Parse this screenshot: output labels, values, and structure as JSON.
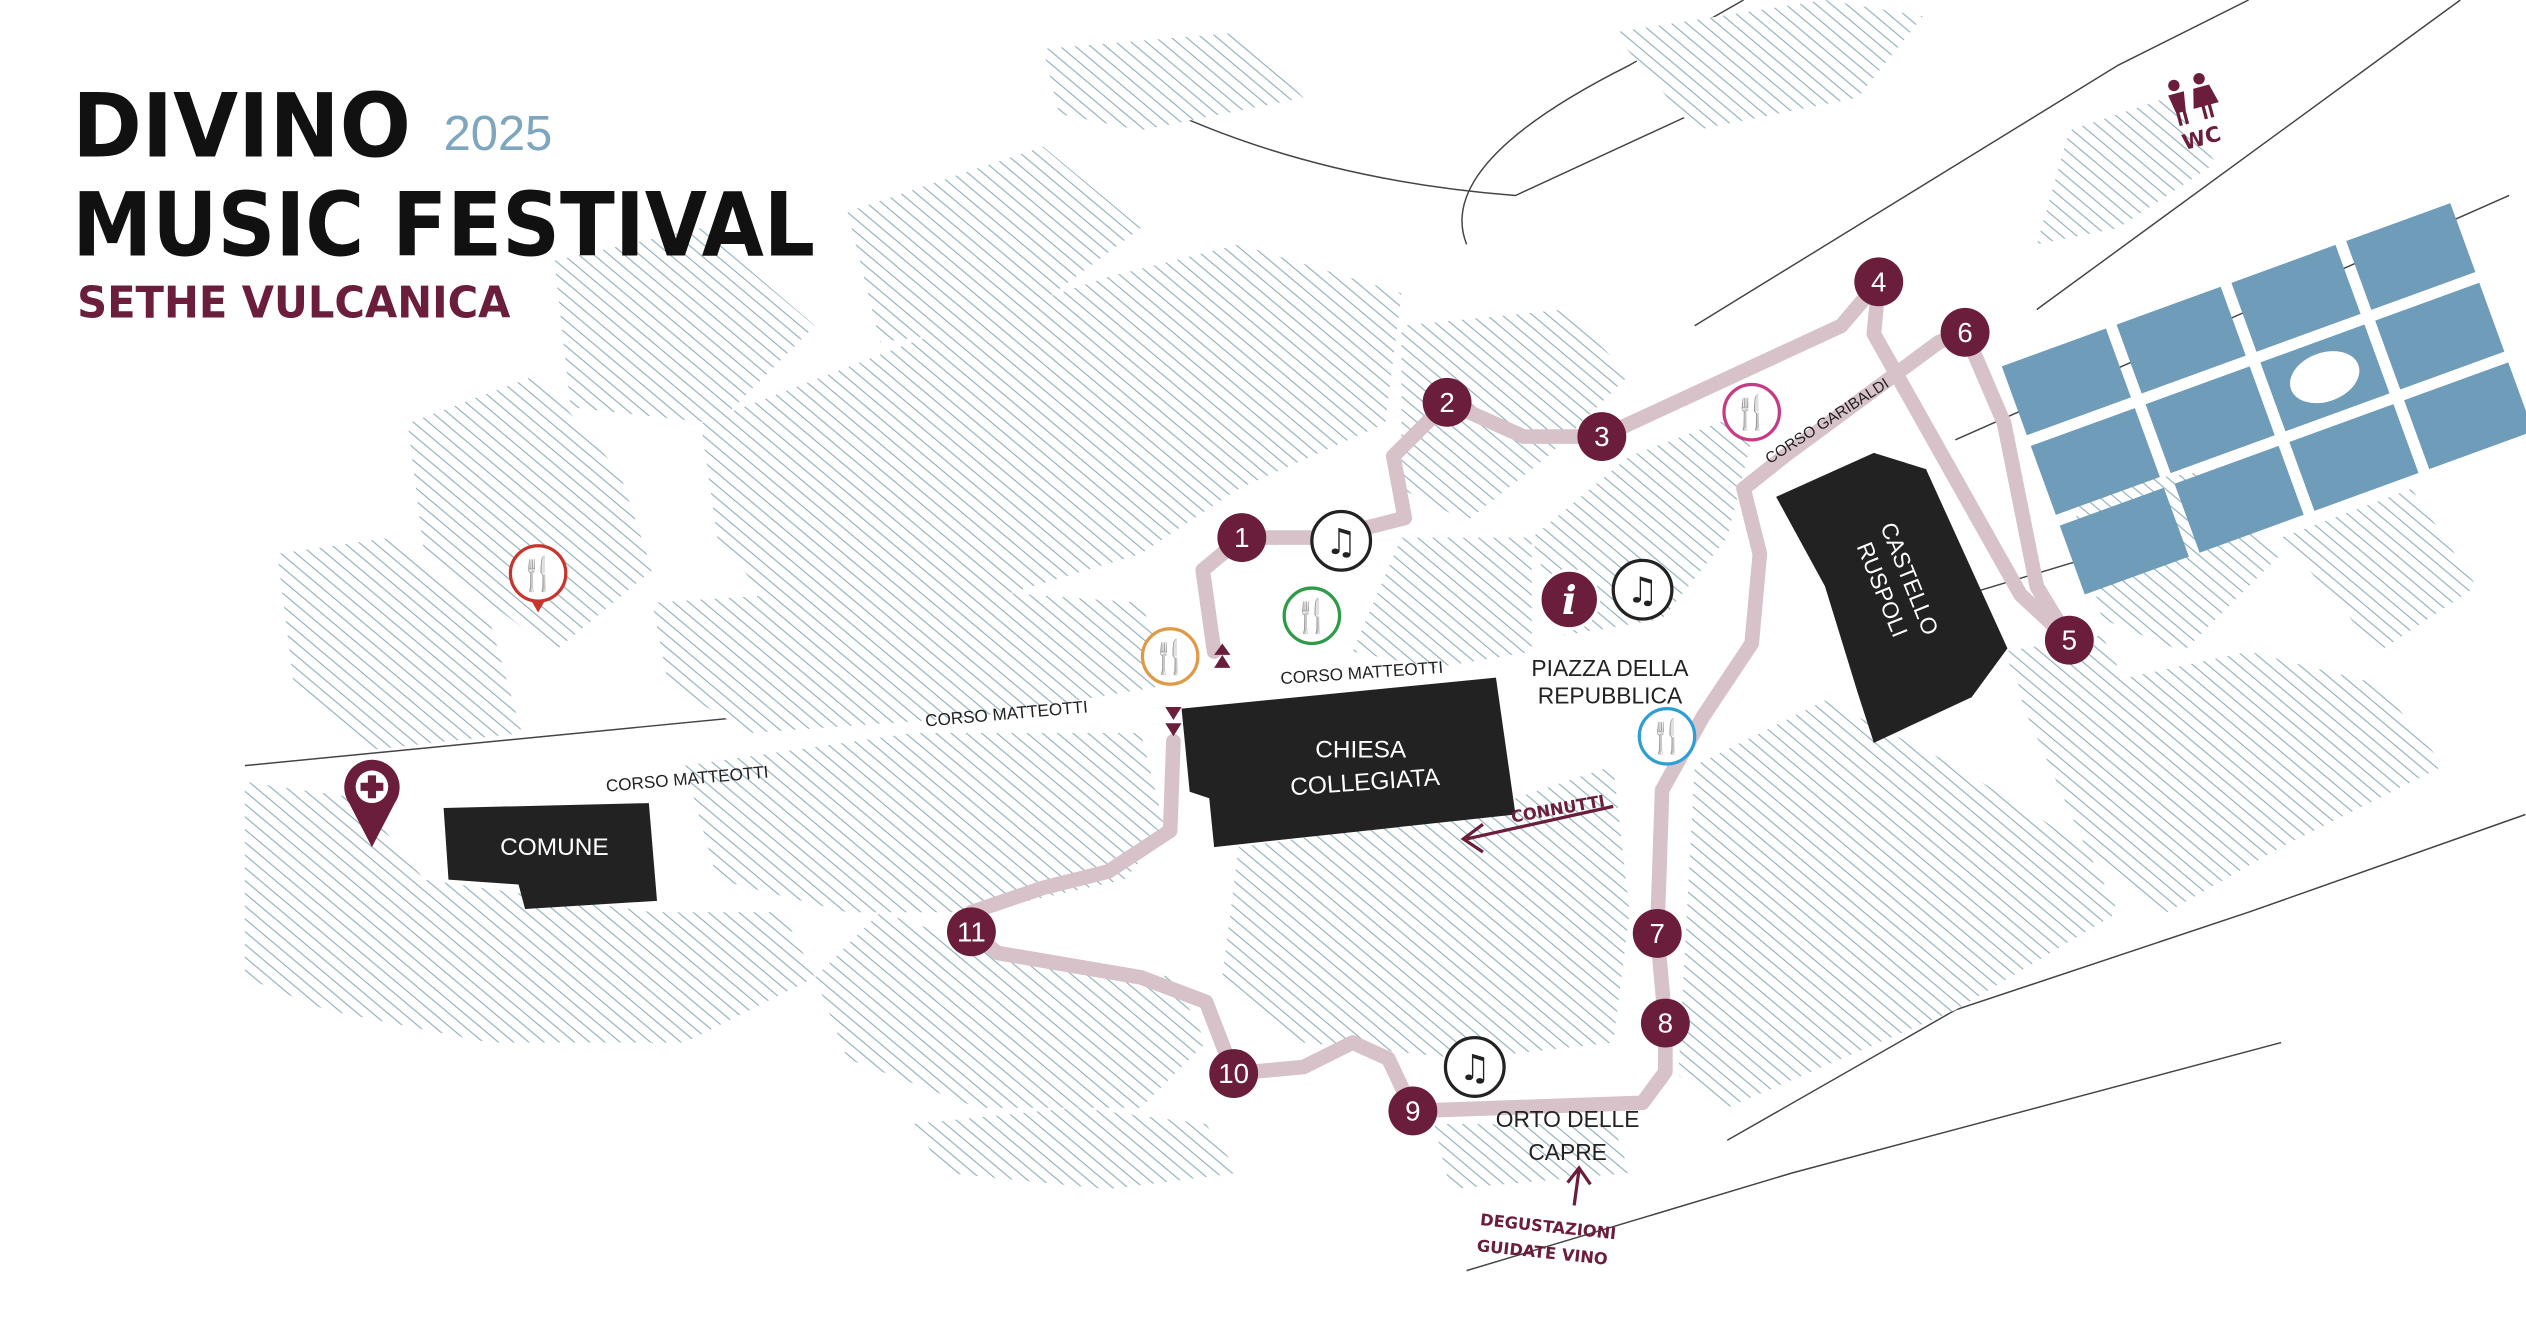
{
  "title": {
    "line1": "DIVINO",
    "year": "2025",
    "line2": "MUSIC FESTIVAL",
    "subtitle": "SETHE VULCANICA"
  },
  "colors": {
    "brand": "#6b1d3c",
    "route": "#d8c2ca",
    "hatch": "#8fb0bb",
    "building": "#222222",
    "parking": "#6f9cb8",
    "year": "#7ea6bd"
  },
  "streets": {
    "corso_matteotti": "CORSO MATTEOTTI",
    "corso_garibaldi": "CORSO GARIBALDI"
  },
  "places": {
    "chiesa_1": "CHIESA",
    "chiesa_2": "COLLEGIATA",
    "comune": "COMUNE",
    "castello_1": "CASTELLO",
    "castello_2": "RUSPOLI",
    "piazza_1": "PIAZZA DELLA",
    "piazza_2": "REPUBBLICA",
    "orto_1": "ORTO DELLE",
    "orto_2": "CAPRE"
  },
  "annotations": {
    "connutti": "CONNUTTI",
    "degustazioni_1": "DEGUSTAZIONI",
    "degustazioni_2": "GUIDATE VINO",
    "wc": "WC"
  },
  "stops": [
    "1",
    "2",
    "3",
    "4",
    "5",
    "6",
    "7",
    "8",
    "9",
    "10",
    "11"
  ],
  "icons": [
    "restaurant-icon",
    "music-icon",
    "info-icon",
    "first-aid-pin-icon",
    "wc-icon"
  ]
}
